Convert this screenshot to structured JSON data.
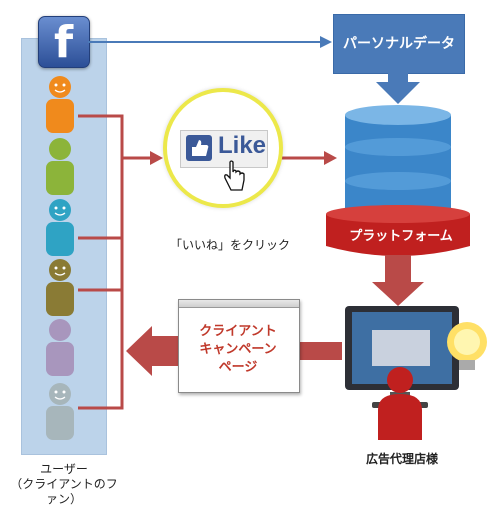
{
  "facebook": {
    "glyph": "f"
  },
  "labels": {
    "personal_data": "パーソナルデータ",
    "platform": "プラットフォーム",
    "like_caption": "「いいね」をクリック",
    "campaign_line1": "クライアント",
    "campaign_line2": "キャンペーン",
    "campaign_line3": "ページ",
    "agency": "広告代理店様",
    "users_line1": "ユーザー",
    "users_line2": "（クライアントのファン）"
  },
  "like_button": {
    "text": "Like"
  },
  "colors": {
    "arrow_red": "#b94a48",
    "arrow_blue": "#4a7ab8",
    "database": "#3b86c9",
    "platform_red": "#c0201f",
    "panel_blue": "#bcd3ea",
    "user_orange": "#f08a1c",
    "user_green": "#8cb43a",
    "user_teal": "#2fa3c4",
    "user_olive": "#8a7b35",
    "user_purple": "#a896bd",
    "user_gray": "#a7b6bb"
  },
  "icons": [
    "facebook-icon",
    "thumbs-up-icon",
    "hand-cursor-icon",
    "database-icon",
    "lightbulb-icon",
    "person-icon"
  ]
}
